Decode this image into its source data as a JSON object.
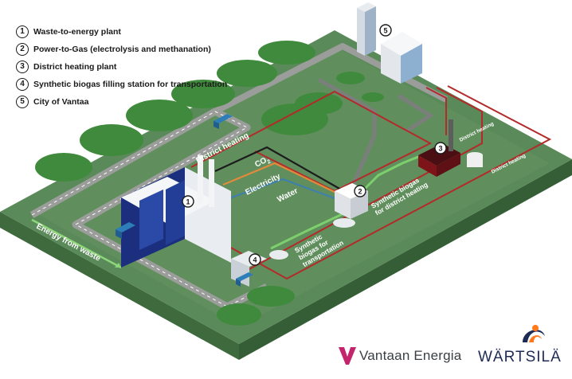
{
  "legend": [
    {
      "num": "1",
      "label": "Waste-to-energy plant"
    },
    {
      "num": "2",
      "label": "Power-to-Gas (electrolysis and methanation)"
    },
    {
      "num": "3",
      "label": "District heating plant"
    },
    {
      "num": "4",
      "label": "Synthetic biogas filling station for transportation"
    },
    {
      "num": "5",
      "label": "City of Vantaa"
    }
  ],
  "markers": {
    "m1": "1",
    "m2": "2",
    "m3": "3",
    "m4": "4",
    "m5": "5"
  },
  "flows": {
    "district_heating_main": "District heating",
    "co2": "CO",
    "co2_sub": "2",
    "electricity": "Electricity",
    "water": "Water",
    "energy_from_waste": "Energy from waste",
    "biogas_transport_1": "Synthetic",
    "biogas_transport_2": "biogas for",
    "biogas_transport_3": "transportation",
    "biogas_dh_1": "Synthetic biogas",
    "biogas_dh_2": "for district heating",
    "dh_right_1": "District heating",
    "dh_right_2": "District heating"
  },
  "colors": {
    "ground": "#5b8a5a",
    "road": "#9a9d9a",
    "co2_line": "#1c1c1c",
    "electricity_line": "#e08a3a",
    "water_line": "#3f7fb0",
    "district_heating_line": "#b32a2a",
    "biogas_line": "#7ccf6c",
    "vantaa_brand": "#c4246b",
    "wartsila_brand": "#1d2b55"
  },
  "brands": {
    "vantaa": "Vantaan Energia",
    "wartsila": "WÄRTSILÄ"
  }
}
